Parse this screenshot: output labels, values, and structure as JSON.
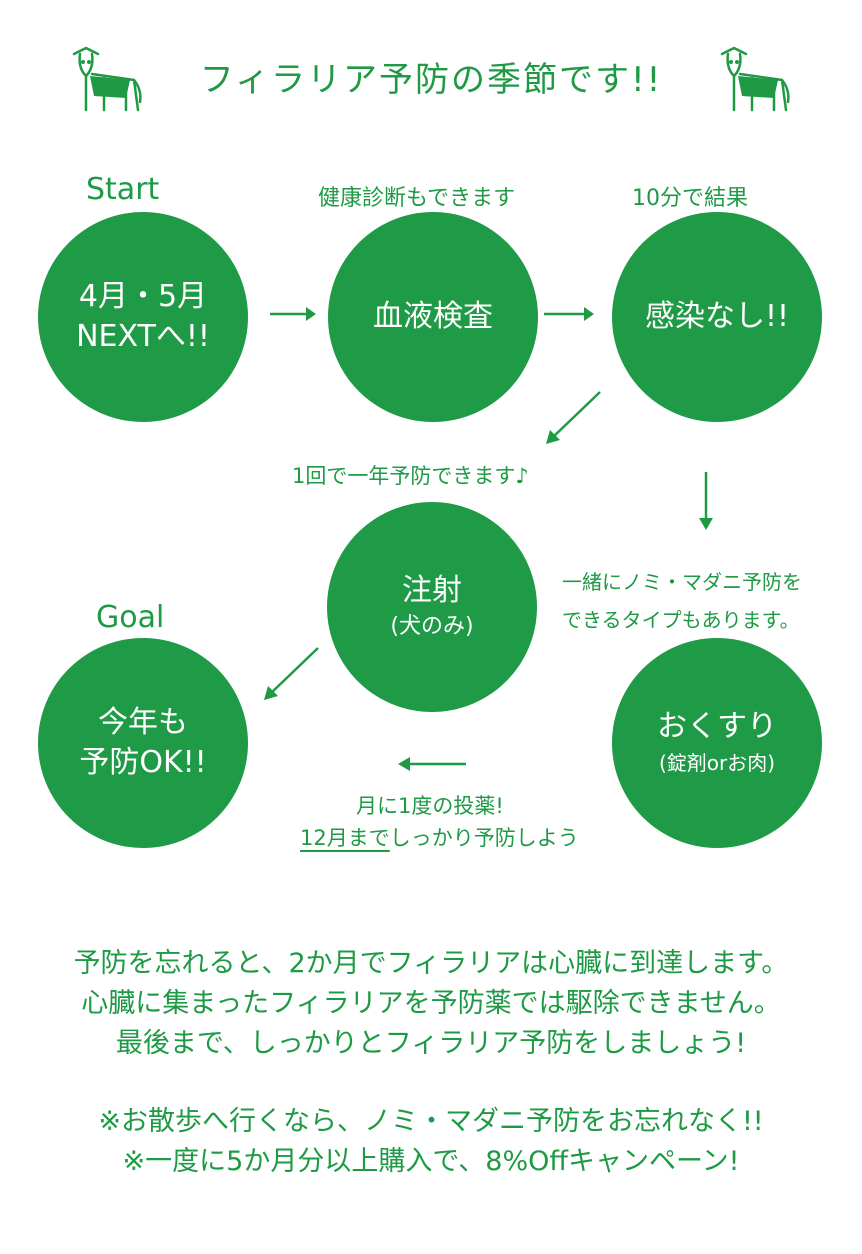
{
  "title": "フィラリア予防の季節です!!",
  "step_labels": {
    "start": "Start",
    "checkup": "健康診断もできます",
    "result_time": "10分で結果",
    "goal": "Goal"
  },
  "nodes": {
    "start": {
      "line1": "4月・5月",
      "line2": "NEXTへ!!"
    },
    "blood_test": {
      "line1": "血液検査"
    },
    "no_infection": {
      "line1": "感染なし!!"
    },
    "injection": {
      "line1": "注射",
      "line2": "(犬のみ)"
    },
    "medicine": {
      "line1": "おくすり",
      "line2": "(錠剤orお肉)"
    },
    "goal": {
      "line1": "今年も",
      "line2": "予防OK!!"
    }
  },
  "notes": {
    "injection_note": "1回で一年予防できます♪",
    "flea_line1": "一緒にノミ・マダニ予防を",
    "flea_line2": "できるタイプもあります。",
    "monthly_line1": "月に1度の投薬!",
    "monthly_line2a": "12月まで",
    "monthly_line2b": "しっかり予防しよう"
  },
  "footer": {
    "line1": "予防を忘れると、2か月でフィラリアは心臓に到達します。",
    "line2": "心臓に集まったフィラリアを予防薬では駆除できません。",
    "line3": "最後まで、しっかりとフィラリア予防をしましょう!",
    "line4": "※お散歩へ行くなら、ノミ・マダニ予防をお忘れなく!!",
    "line5": "※一度に5か月分以上購入で、8%Offキャンペーン!"
  },
  "colors": {
    "accent": "#1f9a46",
    "text_on_accent": "#ffffff"
  }
}
